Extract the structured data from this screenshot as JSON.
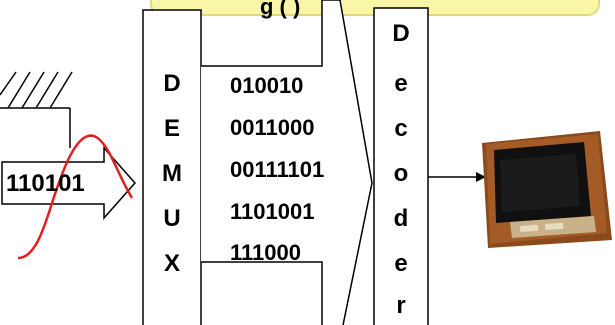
{
  "banner": {
    "text": "g (         )"
  },
  "input": {
    "bits": "110101"
  },
  "demux": {
    "letters": [
      "D",
      "E",
      "M",
      "U",
      "X"
    ]
  },
  "codes": [
    "010010",
    "0011000",
    "00111101",
    "1101001",
    "111000"
  ],
  "decoder": {
    "letters": [
      "D",
      "e",
      "c",
      "o",
      "d",
      "e",
      "r"
    ]
  },
  "colors": {
    "banner_fill": "#f9f6a8",
    "wave": "#e02020",
    "tv_cabinet": "#8b4a1c"
  }
}
